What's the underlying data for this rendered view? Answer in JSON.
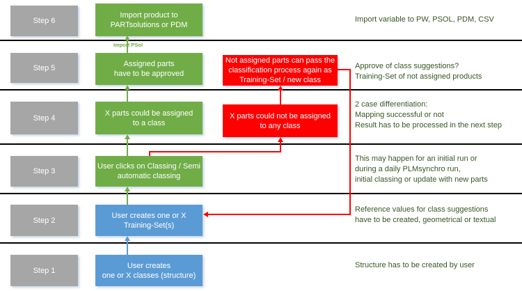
{
  "colors": {
    "process_green": "#70AD47",
    "process_blue": "#5B9BD5",
    "alert_red": "#FF0000",
    "step_gray": "#A6A6A6",
    "note_text_green": "#375623",
    "lane_line": "#000000"
  },
  "arrow_label": "Import PSol",
  "lanes": [
    {
      "step_label": "Step 6",
      "main_box": "Import product to\nPARTsolutions or PDM",
      "note": "Import variable to  PW, PSOL, PDM, CSV"
    },
    {
      "step_label": "Step 5",
      "main_box": "Assigned parts\nhave to be approved",
      "alt_box": "Not assigned parts can pass the\nclassification process again as\nTraining-Set / new class",
      "note": "Approve of class suggestions?\nTraining-Set of not assigned products"
    },
    {
      "step_label": "Step 4",
      "main_box": "X parts could be assigned\nto a class",
      "alt_box": "X parts could not be assigned\nto any class",
      "note": "2 case differentiation:\nMapping successful or not\nResult has to be processed in the next step"
    },
    {
      "step_label": "Step 3",
      "main_box": "User clicks on Classing / Semi\nautomatic classing",
      "note": "This may happen for an initial run or\nduring a daily PLMsynchro run,\ninitial classing or update with new parts"
    },
    {
      "step_label": "Step 2",
      "main_box": "User creates one or X\nTraining-Set(s)",
      "note": "Reference values for class suggestions\nhave to be created, geometrical or textual"
    },
    {
      "step_label": "Step 1",
      "main_box": "User creates\none or X classes (structure)",
      "note": "Structure has to be created by user"
    }
  ]
}
